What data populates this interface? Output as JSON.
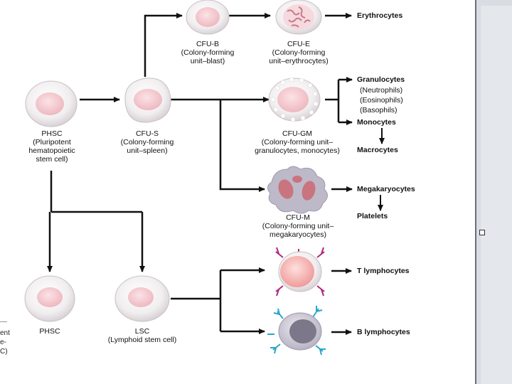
{
  "cells": {
    "cfub": {
      "name": "CFU-B",
      "desc": [
        "(Colony-forming",
        "unit–blast)"
      ]
    },
    "cfue": {
      "name": "CFU-E",
      "desc": [
        "(Colony-forming",
        "unit–erythrocytes)"
      ]
    },
    "phsc_top": {
      "name": "PHSC",
      "desc": [
        "(Pluripotent",
        "hematopoietic",
        "stem cell)"
      ]
    },
    "cfus": {
      "name": "CFU-S",
      "desc": [
        "(Colony-forming",
        "unit–spleen)"
      ]
    },
    "cfugm": {
      "name": "CFU-GM",
      "desc": [
        "(Colony-forming unit–",
        "granulocytes, monocytes)"
      ]
    },
    "cfum": {
      "name": "CFU-M",
      "desc": [
        "(Colony-forming unit–",
        "megakaryocytes)"
      ]
    },
    "phsc_bottom": {
      "name": "PHSC"
    },
    "lsc": {
      "name": "LSC",
      "desc": [
        "(Lymphoid stem cell)"
      ]
    }
  },
  "outputs": {
    "erythrocytes": "Erythrocytes",
    "granulocytes": "Granulocytes",
    "neutrophils": "(Neutrophils)",
    "eosinophils": "(Eosinophils)",
    "basophils": "(Basophils)",
    "monocytes": "Monocytes",
    "macrocytes": "Macrocytes",
    "megakaryocytes": "Megakaryocytes",
    "platelets": "Platelets",
    "t_lymphocytes": "T lymphocytes",
    "b_lymphocytes": "B lymphocytes"
  },
  "left_edge_fragment": [
    "ent",
    "e-",
    "C)"
  ],
  "colors": {
    "cell_membrane": "#e9e4e6",
    "nucleus": "#f2c6cc",
    "erythroid_nucleus": "#d68f9d",
    "megakaryocyte_body": "#b9b5c6",
    "megakaryocyte_nucleus": "#c9747f",
    "t_cell": "#f4a9a9",
    "t_receptor": "#b0287b",
    "b_cell": "#c9c5d2",
    "b_receptor": "#2aa6c9",
    "arrow": "#111111",
    "side_panel": "#d9dde3"
  }
}
